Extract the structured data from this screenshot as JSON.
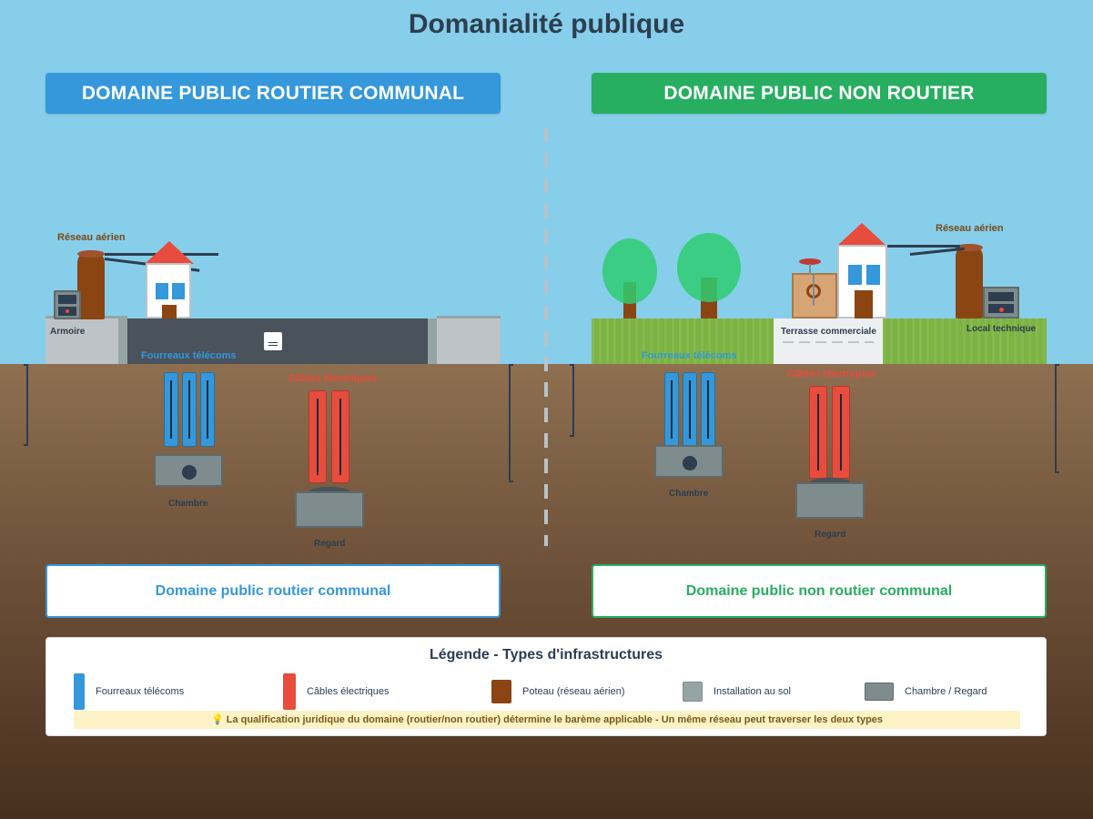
{
  "title": "Domanialité publique",
  "colors": {
    "blue": "#3498db",
    "green": "#27ae60",
    "red": "#e74c3c",
    "brown": "#8b4513",
    "grey": "#7f8c8d",
    "light_grey": "#95a5a6",
    "asphalt": "#4a525b",
    "grass": "#7cb342"
  },
  "left": {
    "banner": "DOMAINE PUBLIC ROUTIER COMMUNAL",
    "aerial_label": "Réseau aérien",
    "cabinet_label": "Armoire",
    "telecom_label": "Fourreaux télécoms",
    "electric_label": "Câbles électriques",
    "chamber_label": "Chambre",
    "regard_label": "Regard",
    "info": "Domaine public routier communal"
  },
  "right": {
    "banner": "DOMAINE PUBLIC NON ROUTIER",
    "aerial_label": "Réseau aérien",
    "terrace_label": "Terrasse commerciale",
    "local_label": "Local technique",
    "telecom_label": "Fourreaux télécoms",
    "electric_label": "Câbles électriques",
    "chamber_label": "Chambre",
    "regard_label": "Regard",
    "info": "Domaine public non routier communal"
  },
  "legend": {
    "title": "Légende - Types d'infrastructures",
    "items": [
      {
        "label": "Fourreaux télécoms",
        "icon": "telecom-duct-icon"
      },
      {
        "label": "Câbles électriques",
        "icon": "electric-cable-icon"
      },
      {
        "label": "Poteau (réseau aérien)",
        "icon": "pole-icon"
      },
      {
        "label": "Installation au sol",
        "icon": "ground-installation-icon"
      },
      {
        "label": "Chambre / Regard",
        "icon": "chamber-icon"
      }
    ],
    "note_icon": "💡",
    "note": "La qualification juridique du domaine (routier/non routier) détermine le barème applicable - Un même réseau peut traverser les deux types"
  }
}
